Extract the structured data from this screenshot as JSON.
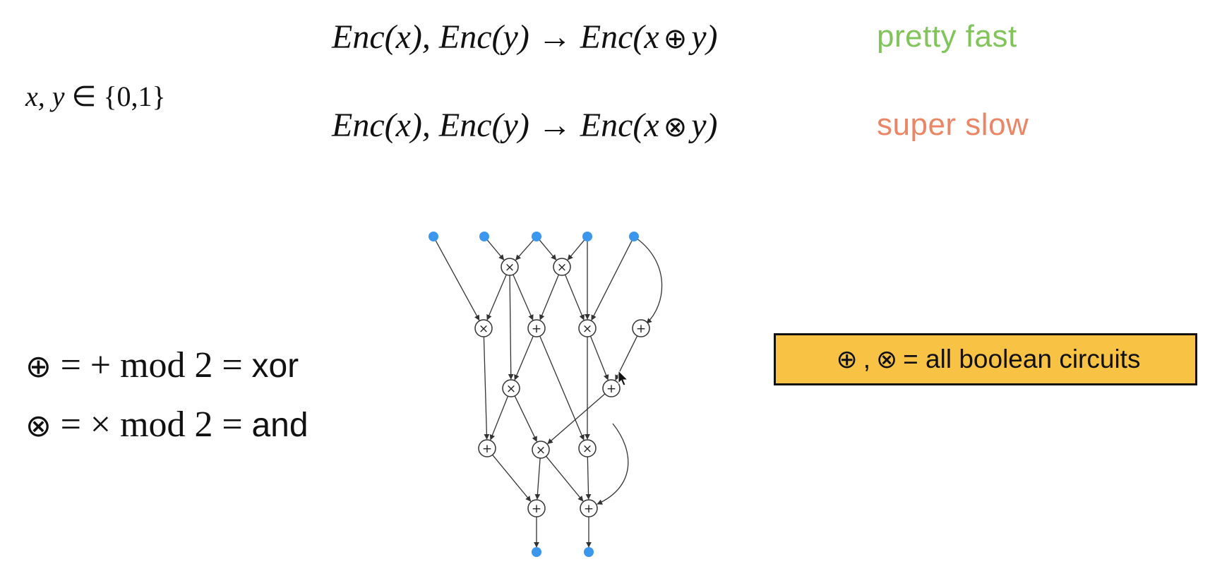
{
  "domain": {
    "variables": "x, y",
    "element_of": "∈",
    "set": "{0,1}"
  },
  "equations": [
    {
      "lhs": "Enc(x), Enc(y)",
      "arrow": "→",
      "rhs_open": "Enc(x",
      "operator": "⊕",
      "rhs_close": "y)"
    },
    {
      "lhs": "Enc(x), Enc(y)",
      "arrow": "→",
      "rhs_open": "Enc(x",
      "operator": "⊗",
      "rhs_close": "y)"
    }
  ],
  "speeds": [
    {
      "label": "pretty fast",
      "color": "#80c45a"
    },
    {
      "label": "super slow",
      "color": "#ea8666"
    }
  ],
  "definitions": [
    {
      "symbol": "⊕",
      "eq1": "=",
      "math": "+ mod 2",
      "eq2": "=",
      "word": "xor"
    },
    {
      "symbol": "⊗",
      "eq1": "=",
      "math": "× mod 2",
      "eq2": "=",
      "word": "and"
    }
  ],
  "callout": {
    "symbol_a": "⊕",
    "comma": ",",
    "symbol_b": "⊗",
    "text": "= all boolean circuits",
    "background": "#f8c344"
  },
  "circuit": {
    "input_color": "#3b97ee",
    "nodes": [
      {
        "id": "i1",
        "kind": "input"
      },
      {
        "id": "i2",
        "kind": "input"
      },
      {
        "id": "i3",
        "kind": "input"
      },
      {
        "id": "i4",
        "kind": "input"
      },
      {
        "id": "i5",
        "kind": "input"
      },
      {
        "id": "g1",
        "kind": "gate",
        "op": "×"
      },
      {
        "id": "g2",
        "kind": "gate",
        "op": "×"
      },
      {
        "id": "g3",
        "kind": "gate",
        "op": "×"
      },
      {
        "id": "g4",
        "kind": "gate",
        "op": "+"
      },
      {
        "id": "g5",
        "kind": "gate",
        "op": "×"
      },
      {
        "id": "g6",
        "kind": "gate",
        "op": "+"
      },
      {
        "id": "g7",
        "kind": "gate",
        "op": "×"
      },
      {
        "id": "g8",
        "kind": "gate",
        "op": "+"
      },
      {
        "id": "g9",
        "kind": "gate",
        "op": "+"
      },
      {
        "id": "g10",
        "kind": "gate",
        "op": "×"
      },
      {
        "id": "g11",
        "kind": "gate",
        "op": "×"
      },
      {
        "id": "g12",
        "kind": "gate",
        "op": "+"
      },
      {
        "id": "g13",
        "kind": "gate",
        "op": "+"
      },
      {
        "id": "o1",
        "kind": "output"
      },
      {
        "id": "o2",
        "kind": "output"
      }
    ],
    "edges": [
      [
        "i2",
        "g1"
      ],
      [
        "i3",
        "g1"
      ],
      [
        "i3",
        "g2"
      ],
      [
        "i4",
        "g2"
      ],
      [
        "i1",
        "g3"
      ],
      [
        "g1",
        "g3"
      ],
      [
        "g1",
        "g4"
      ],
      [
        "g2",
        "g4"
      ],
      [
        "g2",
        "g5"
      ],
      [
        "i4",
        "g5"
      ],
      [
        "i5",
        "g5"
      ],
      [
        "i5",
        "g6"
      ],
      [
        "g3",
        "g9"
      ],
      [
        "g1",
        "g7"
      ],
      [
        "g4",
        "g7"
      ],
      [
        "g4",
        "g11"
      ],
      [
        "g5",
        "g8"
      ],
      [
        "g6",
        "g8"
      ],
      [
        "g7",
        "g9"
      ],
      [
        "g7",
        "g10"
      ],
      [
        "g8",
        "g10"
      ],
      [
        "g5",
        "g11"
      ],
      [
        "g8",
        "g13"
      ],
      [
        "g9",
        "g12"
      ],
      [
        "g10",
        "g12"
      ],
      [
        "g10",
        "g13"
      ],
      [
        "g11",
        "g13"
      ],
      [
        "g12",
        "o1"
      ],
      [
        "g13",
        "o2"
      ]
    ]
  }
}
